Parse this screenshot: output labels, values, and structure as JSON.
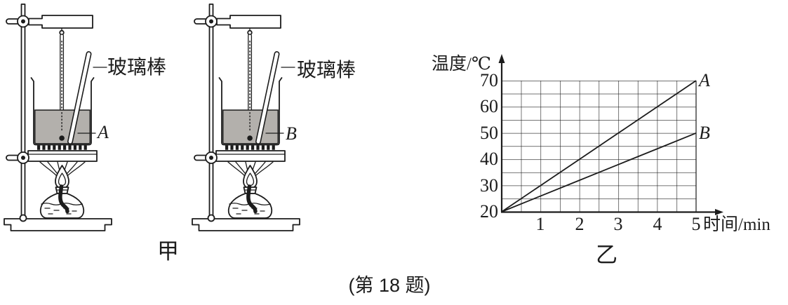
{
  "figure": {
    "caption": "(第 18 题)",
    "apparatus_caption": "甲",
    "graph_caption": "乙"
  },
  "apparatus_jia": {
    "setup_a": {
      "glass_rod_label": "玻璃棒",
      "liquid_label": "A"
    },
    "setup_b": {
      "glass_rod_label": "玻璃棒",
      "liquid_label": "B"
    }
  },
  "chart_data": {
    "type": "line",
    "title": "乙",
    "xlabel": "时间/min",
    "ylabel": "温度/℃",
    "xlim": [
      0,
      5
    ],
    "ylim": [
      20,
      70
    ],
    "x_ticks": [
      1,
      2,
      3,
      4,
      5
    ],
    "y_ticks": [
      70,
      60,
      50,
      40,
      30,
      20
    ],
    "grid": true,
    "minor_divisions_per_unit": 2,
    "x": [
      0,
      1,
      2,
      3,
      4,
      5
    ],
    "series": [
      {
        "name": "A",
        "values": [
          20,
          30,
          40,
          50,
          60,
          70
        ],
        "label_position": "end"
      },
      {
        "name": "B",
        "values": [
          20,
          26,
          32,
          38,
          44,
          50
        ],
        "label_position": "end"
      }
    ],
    "legend": "none"
  },
  "colors": {
    "ink": "#1c1c1c",
    "liquid_fill": "#b3b0ac",
    "background": "#ffffff"
  }
}
